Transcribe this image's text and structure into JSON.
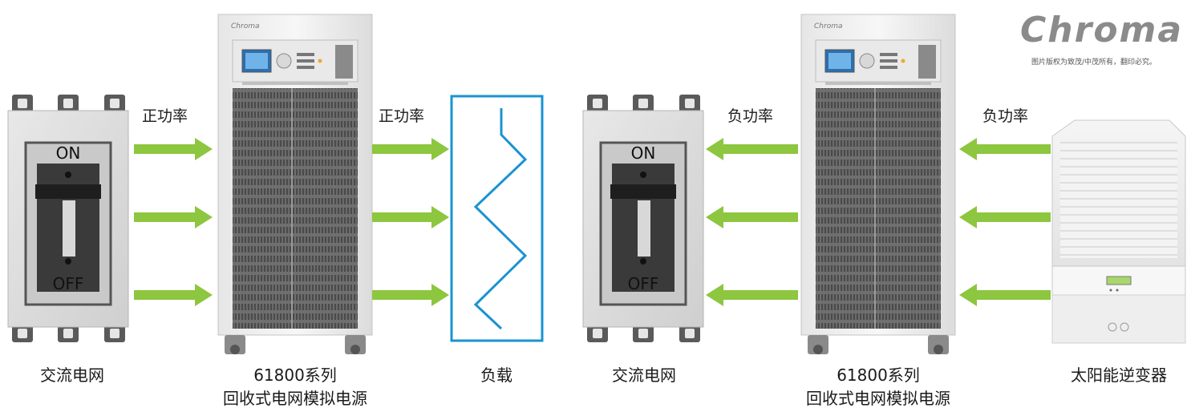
{
  "brand": {
    "logo_text": "Chroma",
    "copyright_note": "图片版权为致茂/中茂所有，翻印必究。"
  },
  "colors": {
    "arrow": "#8dc63f",
    "load_border": "#1a93d1",
    "zigzag": "#1a93d1",
    "switch_body": "#d9d9d9"
  },
  "switch": {
    "on_label": "ON",
    "off_label": "OFF"
  },
  "flows": {
    "positive_label": "正功率",
    "negative_label": "负功率"
  },
  "captions": {
    "grid_left": "交流电网",
    "source_left_line1": "61800系列",
    "source_left_line2": "回收式电网模拟电源",
    "load": "负载",
    "grid_right": "交流电网",
    "source_right_line1": "61800系列",
    "source_right_line2": "回收式电网模拟电源",
    "inverter": "太阳能逆变器"
  },
  "cabinet": {
    "brand_text": "Chroma"
  }
}
